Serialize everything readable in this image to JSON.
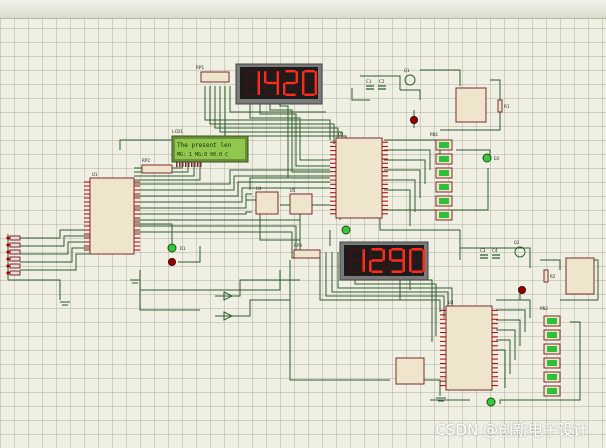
{
  "displays": {
    "top_value": "1420",
    "bottom_value": "1290"
  },
  "lcd": {
    "line1": "The present len",
    "line2": "MG: 1  MG:0  00.0 C",
    "ref": "LCD1"
  },
  "component_labels": {
    "u1": "U1",
    "u2": "U2",
    "u3": "U3",
    "u4": "U4",
    "u5": "U5",
    "rp1": "RP1",
    "rp2": "RP2",
    "rp3": "RP3",
    "rn1": "RN1",
    "rn2": "RN2",
    "d1": "D1",
    "d2": "D2",
    "q1": "Q1",
    "q2": "Q2",
    "c1": "C1",
    "c2": "C2",
    "c3": "C3",
    "c4": "C4",
    "r1": "R1",
    "r2": "R2"
  },
  "watermark": "CSDN @创新电子设计",
  "colors": {
    "wire": "#2f5e2f",
    "chip_body": "#efe4cc",
    "chip_border": "#7a2d2d",
    "pin_red": "#b40000",
    "display_bg": "#1c1c1c",
    "seg_on": "#ff2a1a",
    "lcd_bg": "#8fc84d",
    "led_green": "#37c837",
    "relay_green": "#2fbf3a"
  }
}
